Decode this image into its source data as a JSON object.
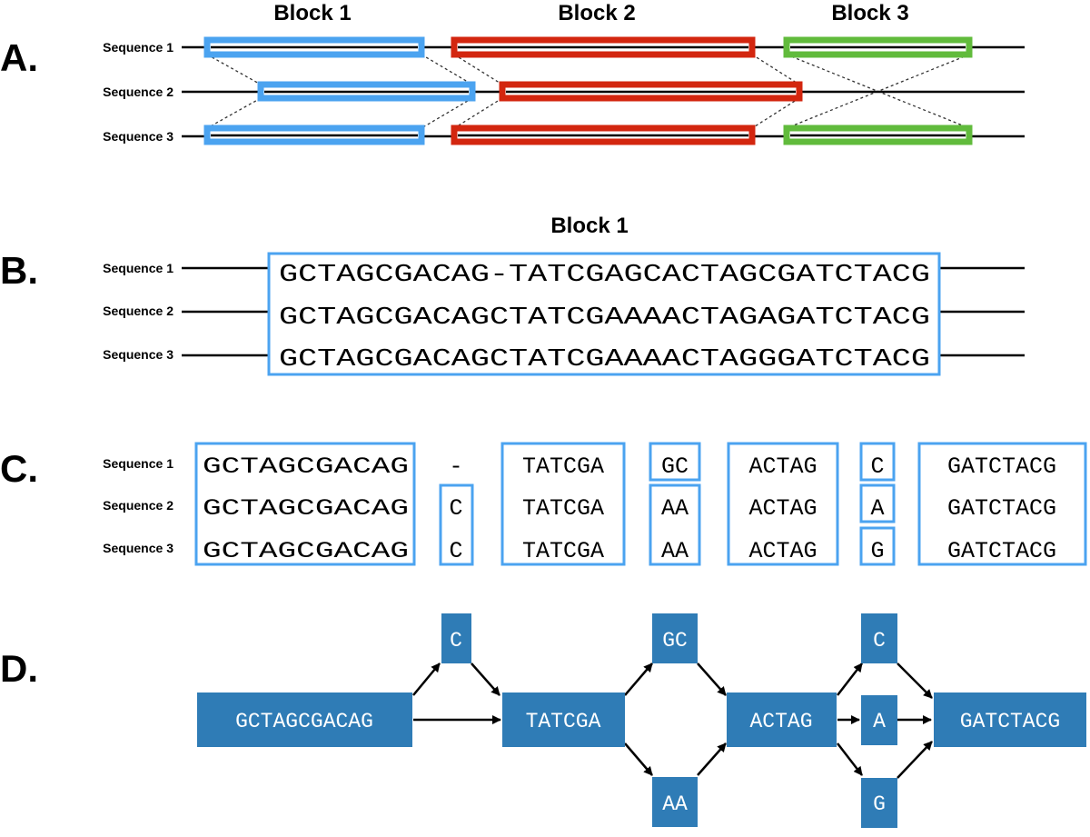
{
  "colors": {
    "block1": "#4ba3f0",
    "block2": "#d3260f",
    "block3": "#61bb3c",
    "node": "#2f7cb6",
    "line": "#000000"
  },
  "panel_a": {
    "letter": "A.",
    "blocks": [
      "Block 1",
      "Block 2",
      "Block 3"
    ],
    "sequences": [
      "Sequence 1",
      "Sequence 2",
      "Sequence 3"
    ]
  },
  "panel_b": {
    "letter": "B.",
    "title": "Block 1",
    "sequences": [
      "Sequence 1",
      "Sequence 2",
      "Sequence 3"
    ],
    "alignment": [
      "GCTAGCGACAG-TATCGAGCACTAGCGATCTACG",
      "GCTAGCGACAGCTATCGAAAACTAGAGATCTACG",
      "GCTAGCGACAGCTATCGAAAACTAGGGATCTACG"
    ]
  },
  "panel_c": {
    "letter": "C.",
    "sequences": [
      "Sequence 1",
      "Sequence 2",
      "Sequence 3"
    ],
    "columns": [
      {
        "cells": [
          "GCTAGCGACAG",
          "GCTAGCGACAG",
          "GCTAGCGACAG"
        ]
      },
      {
        "cells": [
          "-",
          "C",
          "C"
        ]
      },
      {
        "cells": [
          "TATCGA",
          "TATCGA",
          "TATCGA"
        ]
      },
      {
        "cells": [
          "GC",
          "AA",
          "AA"
        ]
      },
      {
        "cells": [
          "ACTAG",
          "ACTAG",
          "ACTAG"
        ]
      },
      {
        "cells": [
          "C",
          "A",
          "G"
        ]
      },
      {
        "cells": [
          "GATCTACG",
          "GATCTACG",
          "GATCTACG"
        ]
      }
    ]
  },
  "panel_d": {
    "letter": "D.",
    "nodes": {
      "n1": "GCTAGCGACAG",
      "n2": "C",
      "n3": "TATCGA",
      "n4": "GC",
      "n5": "AA",
      "n6": "ACTAG",
      "n7": "C",
      "n8": "A",
      "n9": "G",
      "n10": "GATCTACG"
    }
  }
}
